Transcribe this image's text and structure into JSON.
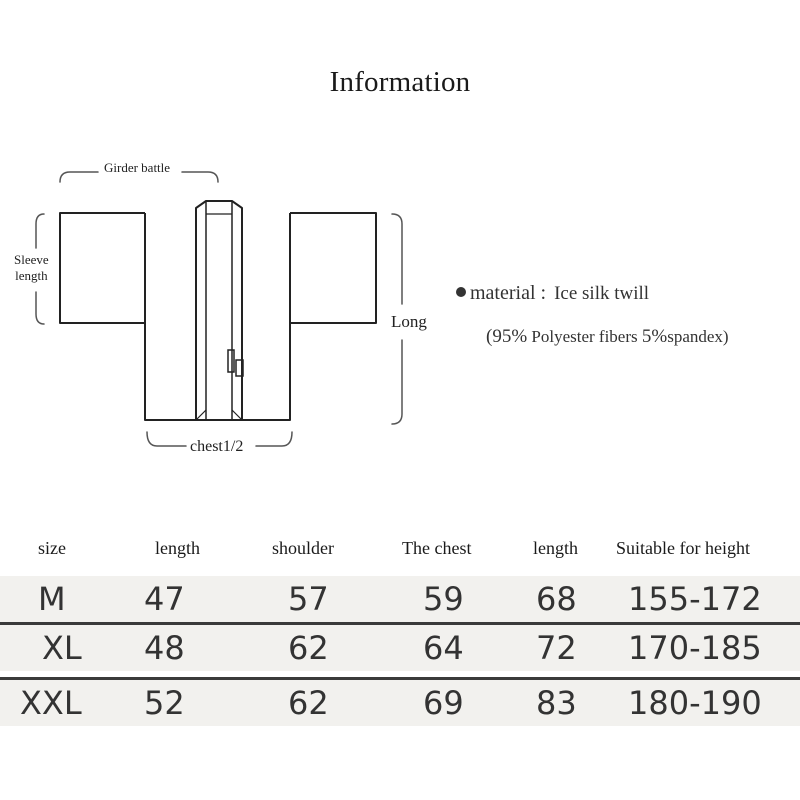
{
  "title": "Information",
  "diagram": {
    "girder_label": "Girder battle",
    "sleeve_label_line1": "Sleeve",
    "sleeve_label_line2": "length",
    "long_label": "Long",
    "chest_label": "chest1/2"
  },
  "material": {
    "label": "material :",
    "value": "Ice silk twill",
    "composition_open": "(95%",
    "composition_mid": " Polyester fibers ",
    "composition_pct": "5%",
    "composition_end": "spandex)"
  },
  "size_table": {
    "headers": [
      "size",
      "length",
      "shoulder",
      "The chest",
      "length",
      "Suitable for height"
    ],
    "rows": [
      [
        "M",
        "47",
        "57",
        "59",
        "68",
        "155-172"
      ],
      [
        "XL",
        "48",
        "62",
        "64",
        "72",
        "170-185"
      ],
      [
        "XXL",
        "52",
        "62",
        "69",
        "83",
        "180-190"
      ]
    ]
  }
}
